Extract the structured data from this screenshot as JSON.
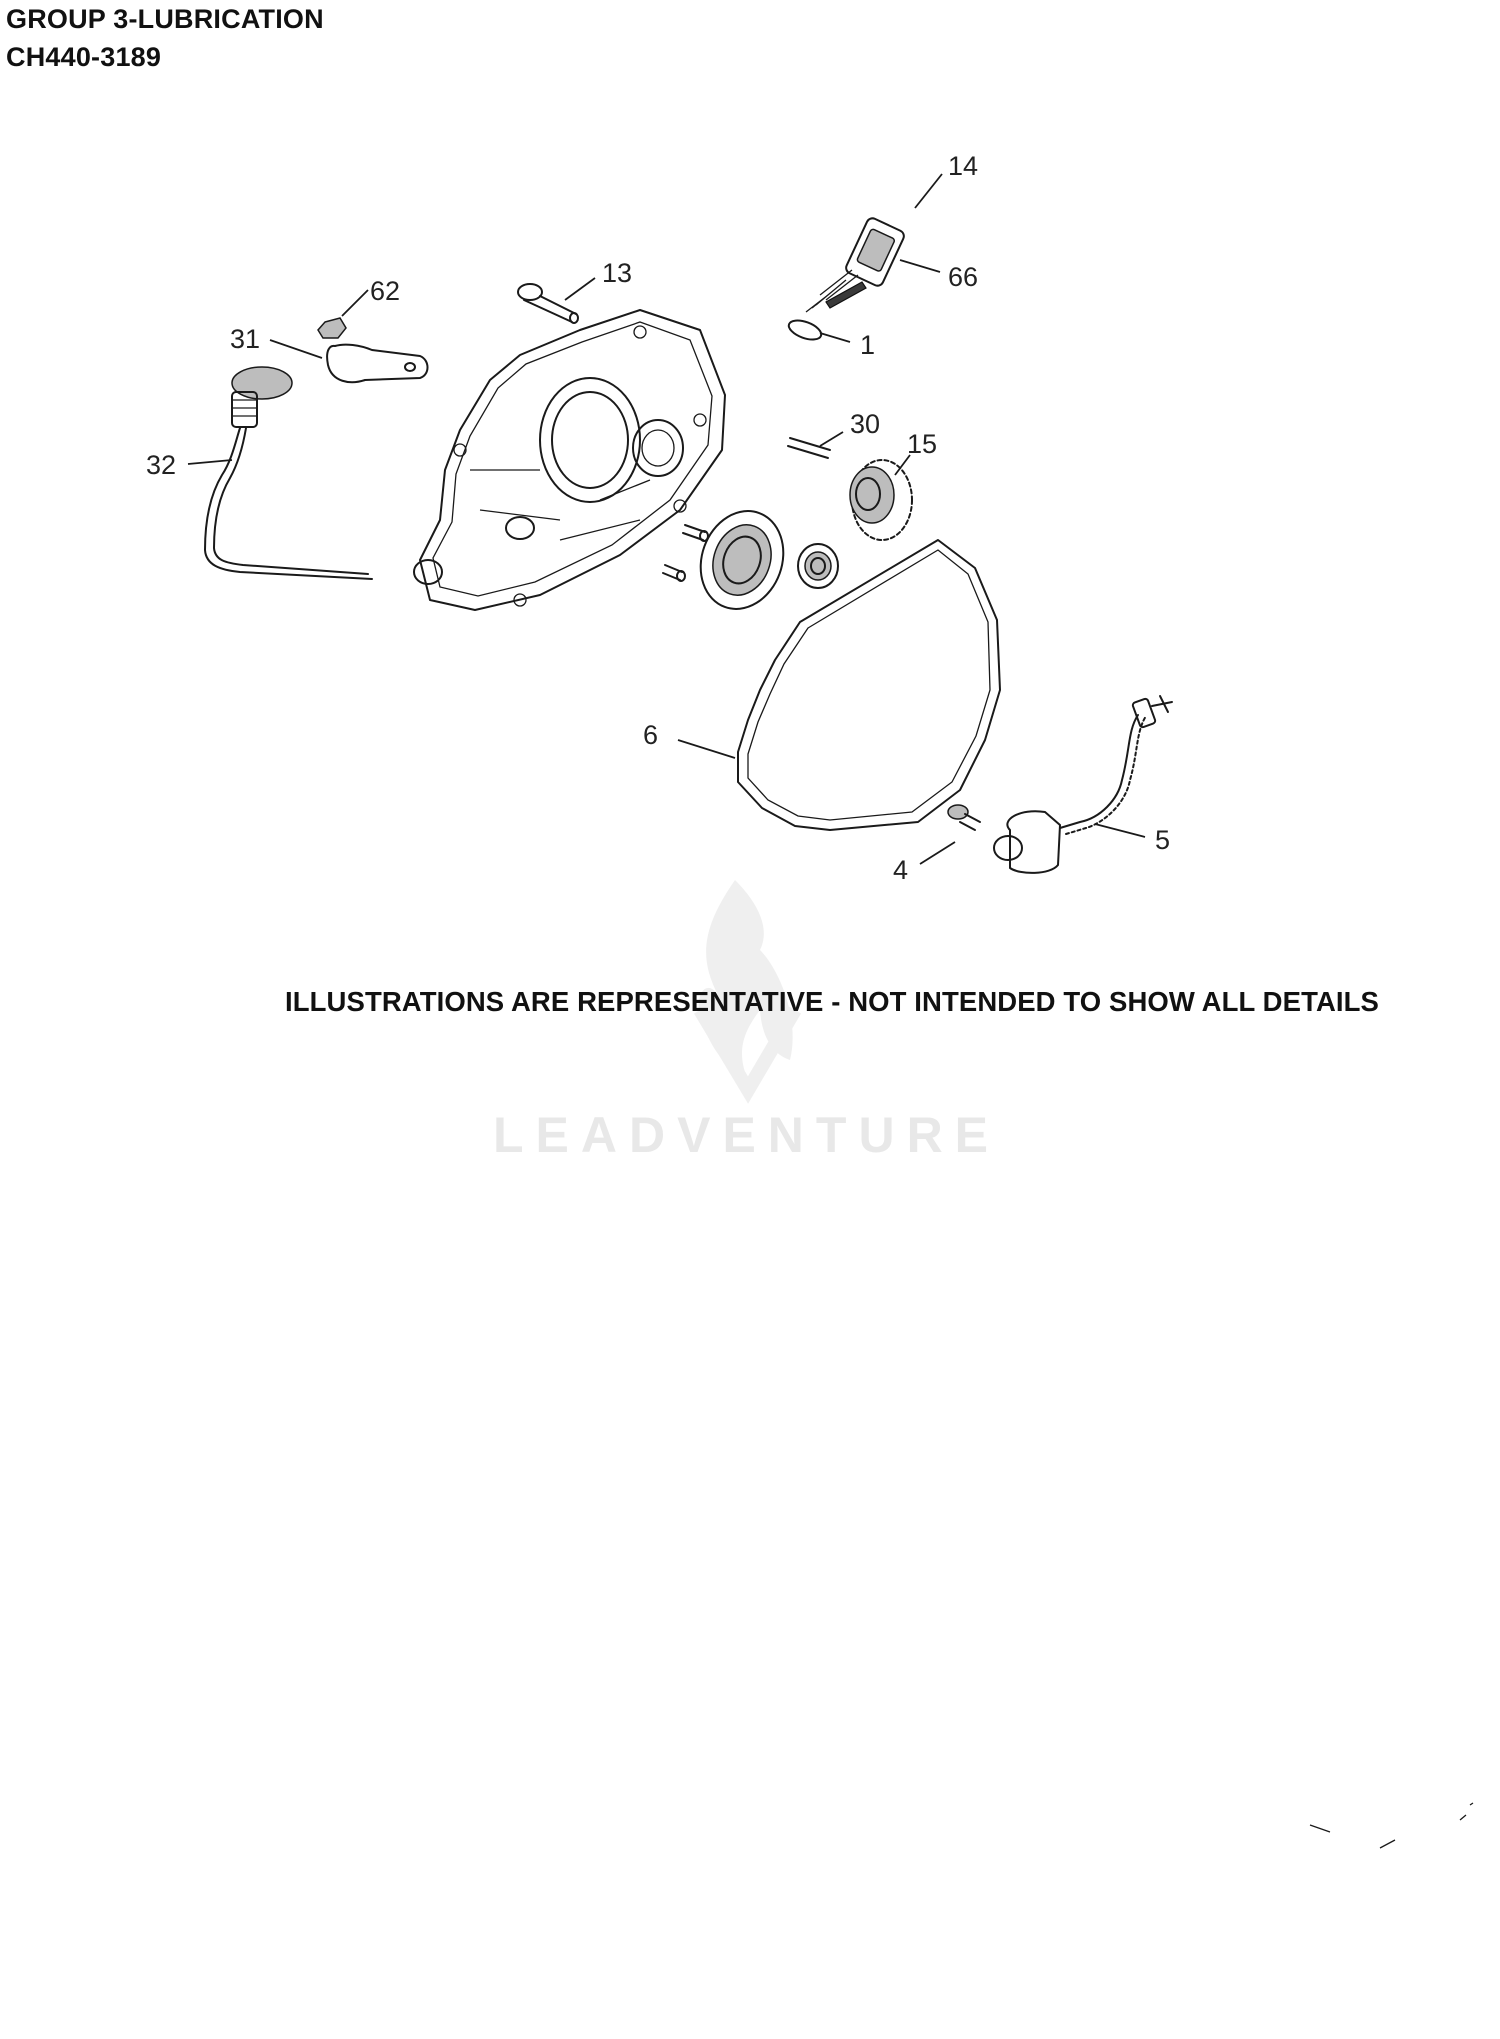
{
  "header": {
    "title": "GROUP 3-LUBRICATION",
    "model": "CH440-3189"
  },
  "callouts": {
    "c14": "14",
    "c66": "66",
    "c1": "1",
    "c13": "13",
    "c62": "62",
    "c31": "31",
    "c32": "32",
    "c30": "30",
    "c15": "15",
    "c6": "6",
    "c4": "4",
    "c5": "5"
  },
  "disclaimer": "ILLUSTRATIONS ARE REPRESENTATIVE - NOT INTENDED TO SHOW ALL DETAILS",
  "watermark": "LEADVENTURE",
  "icons": [
    "leadventure-flame-logo"
  ],
  "colors": {
    "ink": "#1a1a1a",
    "watermark": "#e6e6e6",
    "shading": "#bdbdbd"
  }
}
